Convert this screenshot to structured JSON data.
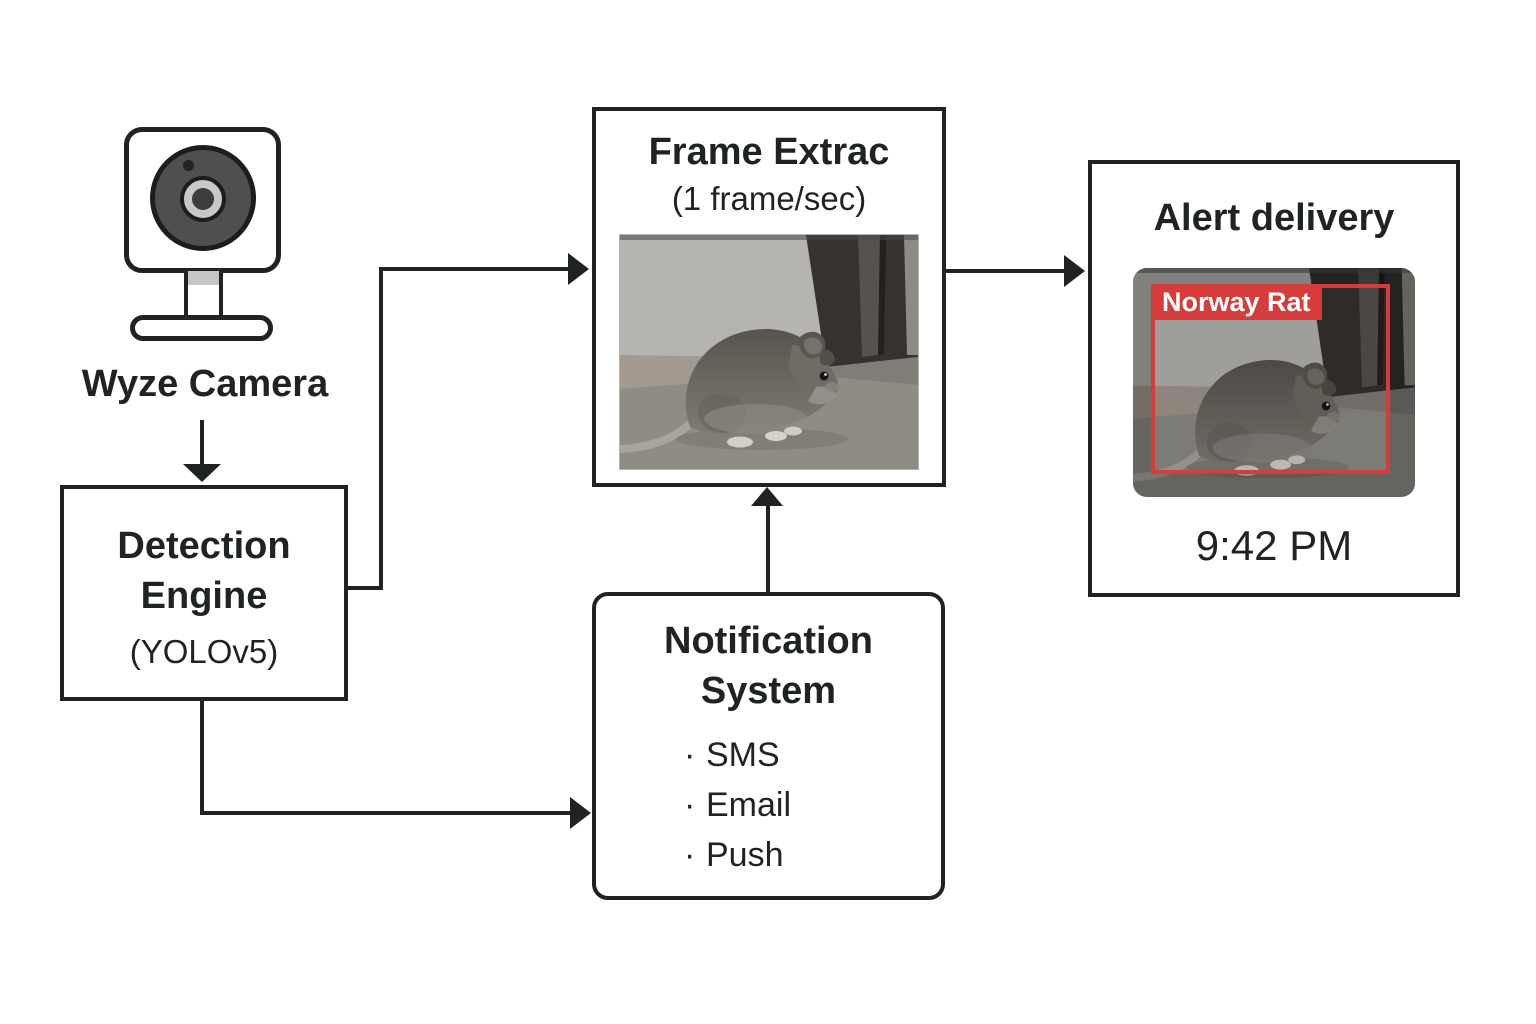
{
  "colors": {
    "ink": "#1f2324",
    "alert_red": "#d63c3c"
  },
  "camera": {
    "label": "Wyze Camera"
  },
  "detection_engine": {
    "line1": "Detection",
    "line2": "Engine",
    "subtitle": "(YOLOv5)"
  },
  "frame_extraction": {
    "title": "Frame Extrac",
    "subtitle": "(1 frame/sec)"
  },
  "notification_system": {
    "line1": "Notification",
    "line2": "System",
    "bullet": "·",
    "items": [
      "SMS",
      "Email",
      "Push"
    ]
  },
  "alert_delivery": {
    "title": "Alert delivery",
    "detection_label": "Norway Rat",
    "timestamp": "9:42 PM"
  }
}
